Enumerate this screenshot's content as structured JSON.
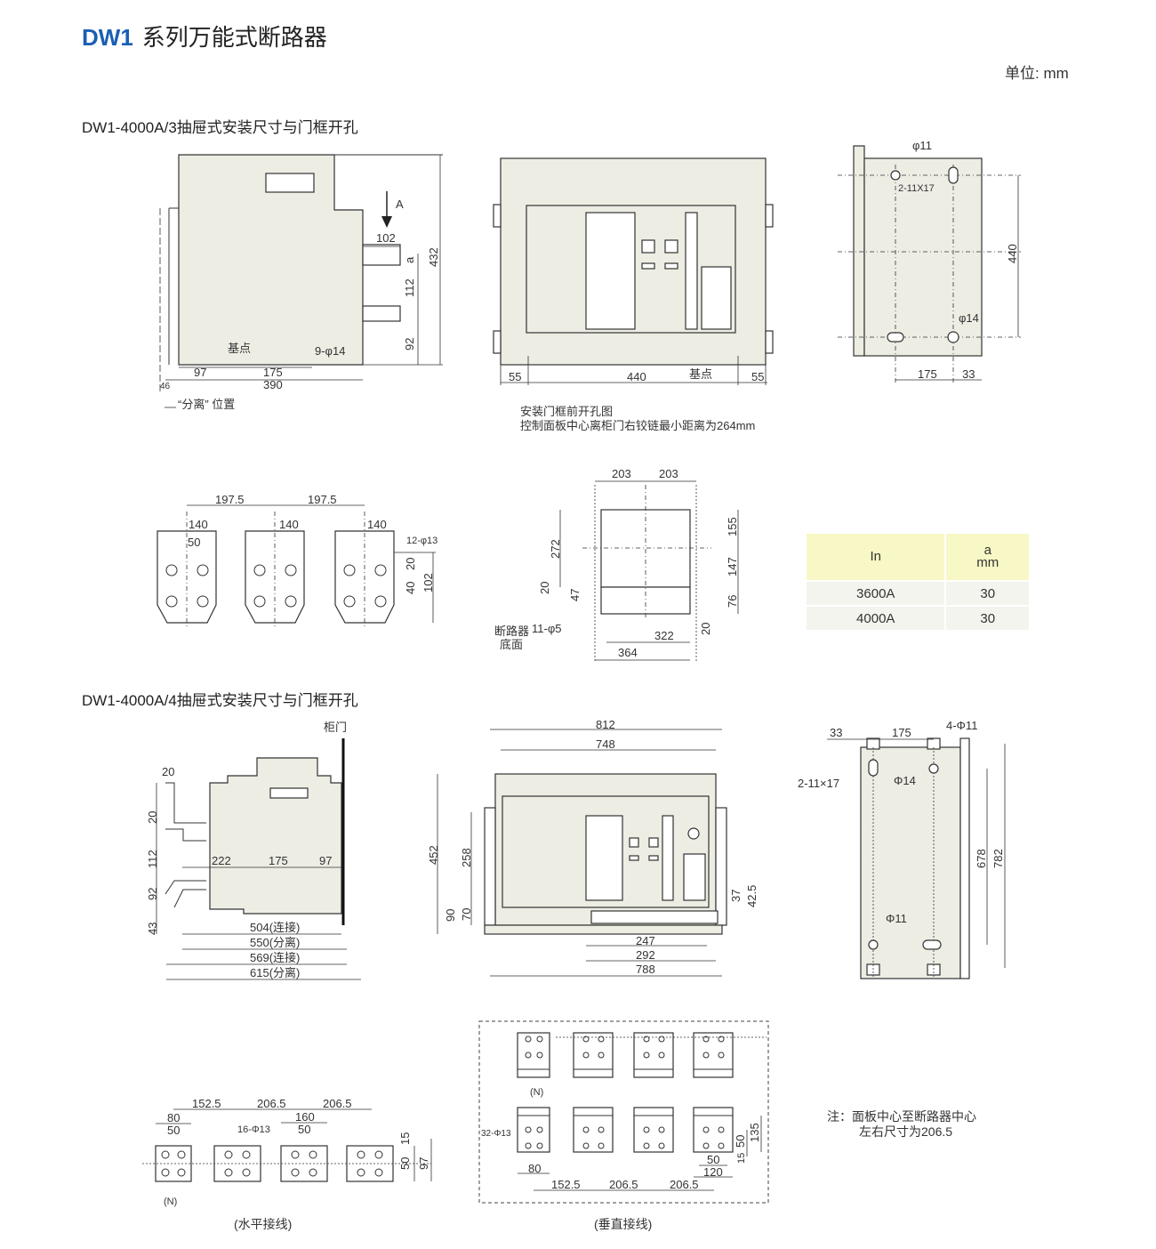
{
  "header": {
    "brand": "DW1",
    "title": "系列万能式断路器",
    "unit": "单位: mm"
  },
  "sections": {
    "s1": "DW1-4000A/3抽屉式安装尺寸与门框开孔",
    "s2": "DW1-4000A/4抽屉式安装尺寸与门框开孔"
  },
  "drawings": {
    "d1": {
      "labels": [
        "A",
        "102",
        "a",
        "112",
        "92",
        "432",
        "基点",
        "9-φ14",
        "97",
        "175",
        "390",
        "46",
        "“分离” 位置"
      ]
    },
    "d2": {
      "labels": [
        "55",
        "440",
        "基点",
        "55"
      ],
      "caption1": "安装门框前开孔图",
      "caption2": "控制面板中心离柜门右铰链最小距离为264mm"
    },
    "d3": {
      "labels": [
        "φ11",
        "2-11X17",
        "440",
        "φ14",
        "175",
        "33"
      ]
    },
    "d4": {
      "labels": [
        "197.5",
        "197.5",
        "140",
        "140",
        "140",
        "50",
        "12-φ13",
        "20",
        "40",
        "102"
      ]
    },
    "d5": {
      "labels": [
        "203",
        "203",
        "272",
        "155",
        "147",
        "76",
        "20",
        "47",
        "20",
        "322",
        "364",
        "断路器",
        "底面",
        "11-φ5"
      ]
    },
    "d6": {
      "labels": [
        "柜门",
        "20",
        "20",
        "112",
        "92",
        "43",
        "222",
        "175",
        "97",
        "504(连接)",
        "550(分离)",
        "569(连接)",
        "615(分离)"
      ]
    },
    "d7": {
      "labels": [
        "812",
        "748",
        "452",
        "258",
        "90",
        "70",
        "37",
        "42.5",
        "247",
        "292",
        "788"
      ]
    },
    "d8": {
      "labels": [
        "33",
        "175",
        "4-Φ11",
        "2-11×17",
        "Φ14",
        "678",
        "782",
        "Φ11"
      ]
    },
    "d9": {
      "labels": [
        "152.5",
        "206.5",
        "206.5",
        "80",
        "160",
        "50",
        "16-Φ13",
        "50",
        "15",
        "50",
        "97",
        "(N)"
      ],
      "caption": "(水平接线)"
    },
    "d10": {
      "labels": [
        "(N)",
        "32-Φ13",
        "80",
        "152.5",
        "206.5",
        "206.5",
        "50",
        "120",
        "15",
        "50",
        "135"
      ],
      "caption": "(垂直接线)"
    }
  },
  "table": {
    "headers": {
      "in": "In",
      "a": "a",
      "a_unit": "mm"
    },
    "rows": [
      {
        "in": "3600A",
        "a": "30"
      },
      {
        "in": "4000A",
        "a": "30"
      }
    ],
    "colors": {
      "header_bg": "#f8f7c6",
      "row_bg": "#f4f4ee"
    }
  },
  "note": {
    "line1": "注：面板中心至断路器中心",
    "line2": "左右尺寸为206.5"
  },
  "colors": {
    "brand": "#1a5fb4",
    "drawing_fill": "#ededE4"
  }
}
